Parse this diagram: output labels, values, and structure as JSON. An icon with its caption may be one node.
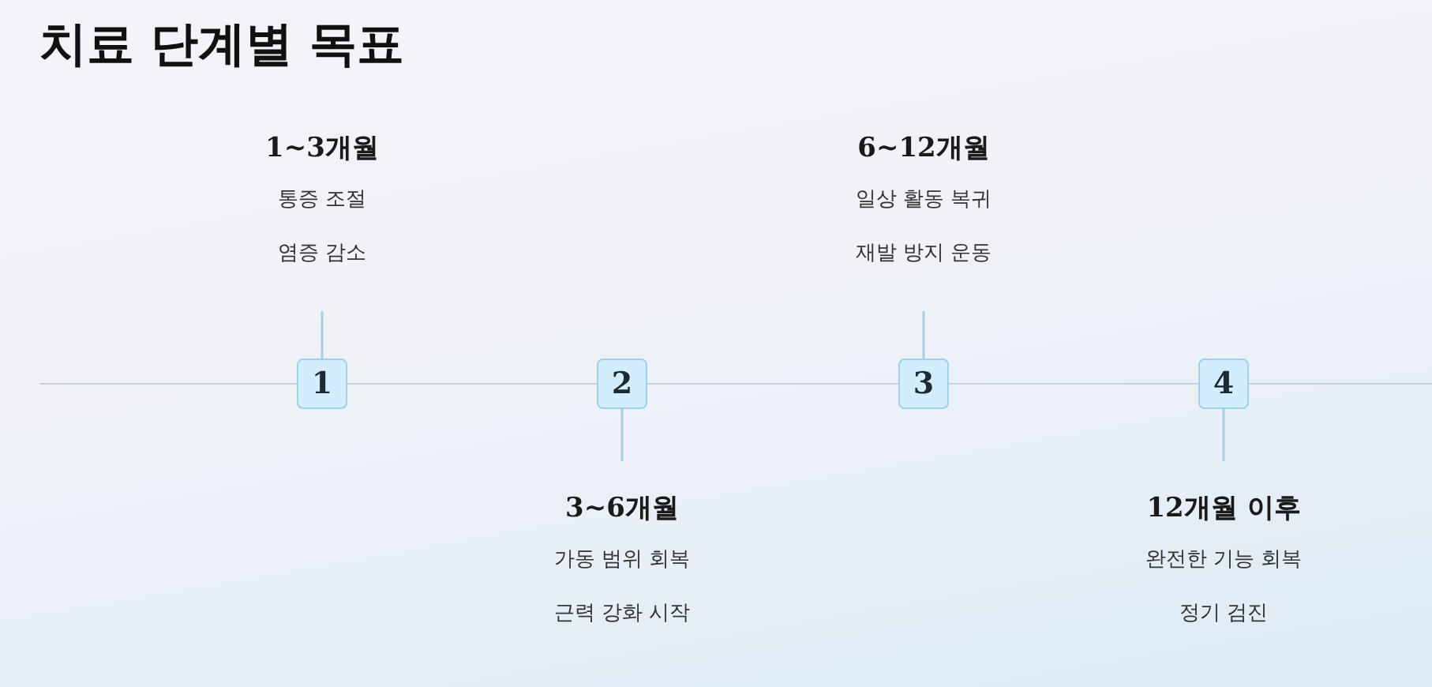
{
  "diagram": {
    "title": "치료 단계별 목표",
    "nodes": [
      {
        "text": [
          "1"
        ]
      },
      {
        "text": [
          "1~3개월",
          "통증 조절",
          "염증 감소"
        ]
      },
      {
        "text": [
          "2"
        ]
      },
      {
        "text": [
          "3~6개월",
          "가동 범위 회복",
          "근력 강화 시작"
        ]
      },
      {
        "text": [
          "3"
        ]
      },
      {
        "text": [
          "6~12개월",
          "일상 활동 복귀",
          "재발 방지 운동"
        ]
      },
      {
        "text": [
          "4"
        ]
      },
      {
        "text": [
          "12개월 이후",
          "완전한 기능 회복",
          "정기 검진"
        ]
      }
    ],
    "edges": [
      {
        "from": 0,
        "to": 1,
        "arrow": "none"
      },
      {
        "from": 2,
        "to": 3,
        "arrow": "none"
      },
      {
        "from": 4,
        "to": 5,
        "arrow": "none"
      },
      {
        "from": 6,
        "to": 7,
        "arrow": "none"
      }
    ]
  }
}
